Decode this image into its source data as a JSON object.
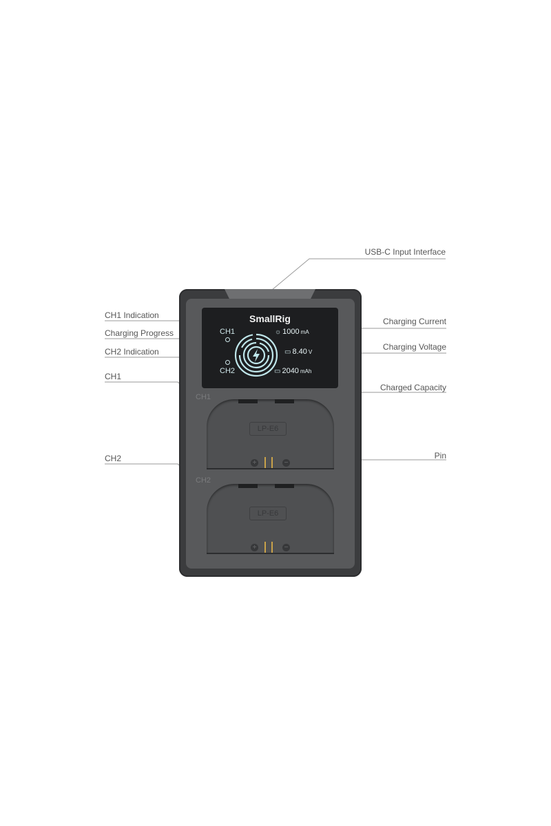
{
  "callouts": {
    "left": [
      {
        "id": "ch1-indication",
        "text": "CH1 Indication"
      },
      {
        "id": "charging-progress",
        "text": "Charging Progress"
      },
      {
        "id": "ch2-indication",
        "text": "CH2 Indication"
      },
      {
        "id": "ch1",
        "text": "CH1"
      },
      {
        "id": "ch2",
        "text": "CH2"
      }
    ],
    "right": [
      {
        "id": "usb-c-input",
        "text": "USB-C Input Interface"
      },
      {
        "id": "charging-current",
        "text": "Charging Current"
      },
      {
        "id": "charging-voltage",
        "text": "Charging Voltage"
      },
      {
        "id": "charged-capacity",
        "text": "Charged Capacity"
      },
      {
        "id": "pin",
        "text": "Pin"
      }
    ]
  },
  "device": {
    "brand": "SmallRig",
    "screen": {
      "ch1_label": "CH1",
      "ch2_label": "CH2",
      "charge_icon": "lightning-bolt-icon",
      "readings": [
        {
          "icon": "sun-icon",
          "value": "1000",
          "unit": "mA"
        },
        {
          "icon": "voltage-icon",
          "value": "8.40",
          "unit": "V"
        },
        {
          "icon": "battery-icon",
          "value": "2040",
          "unit": "mAh"
        }
      ]
    },
    "slots": [
      {
        "label": "CH1",
        "model": "LP-E6",
        "plus": "+",
        "minus": "−"
      },
      {
        "label": "CH2",
        "model": "LP-E6",
        "plus": "+",
        "minus": "−"
      }
    ]
  },
  "colors": {
    "body": "#3b3c3e",
    "screen": "#1d1e20",
    "screen_text": "#cfe7ea",
    "accent_ring": "#bfe6ea",
    "pin": "#c9a24a",
    "callout_line": "#9a9a9a"
  }
}
